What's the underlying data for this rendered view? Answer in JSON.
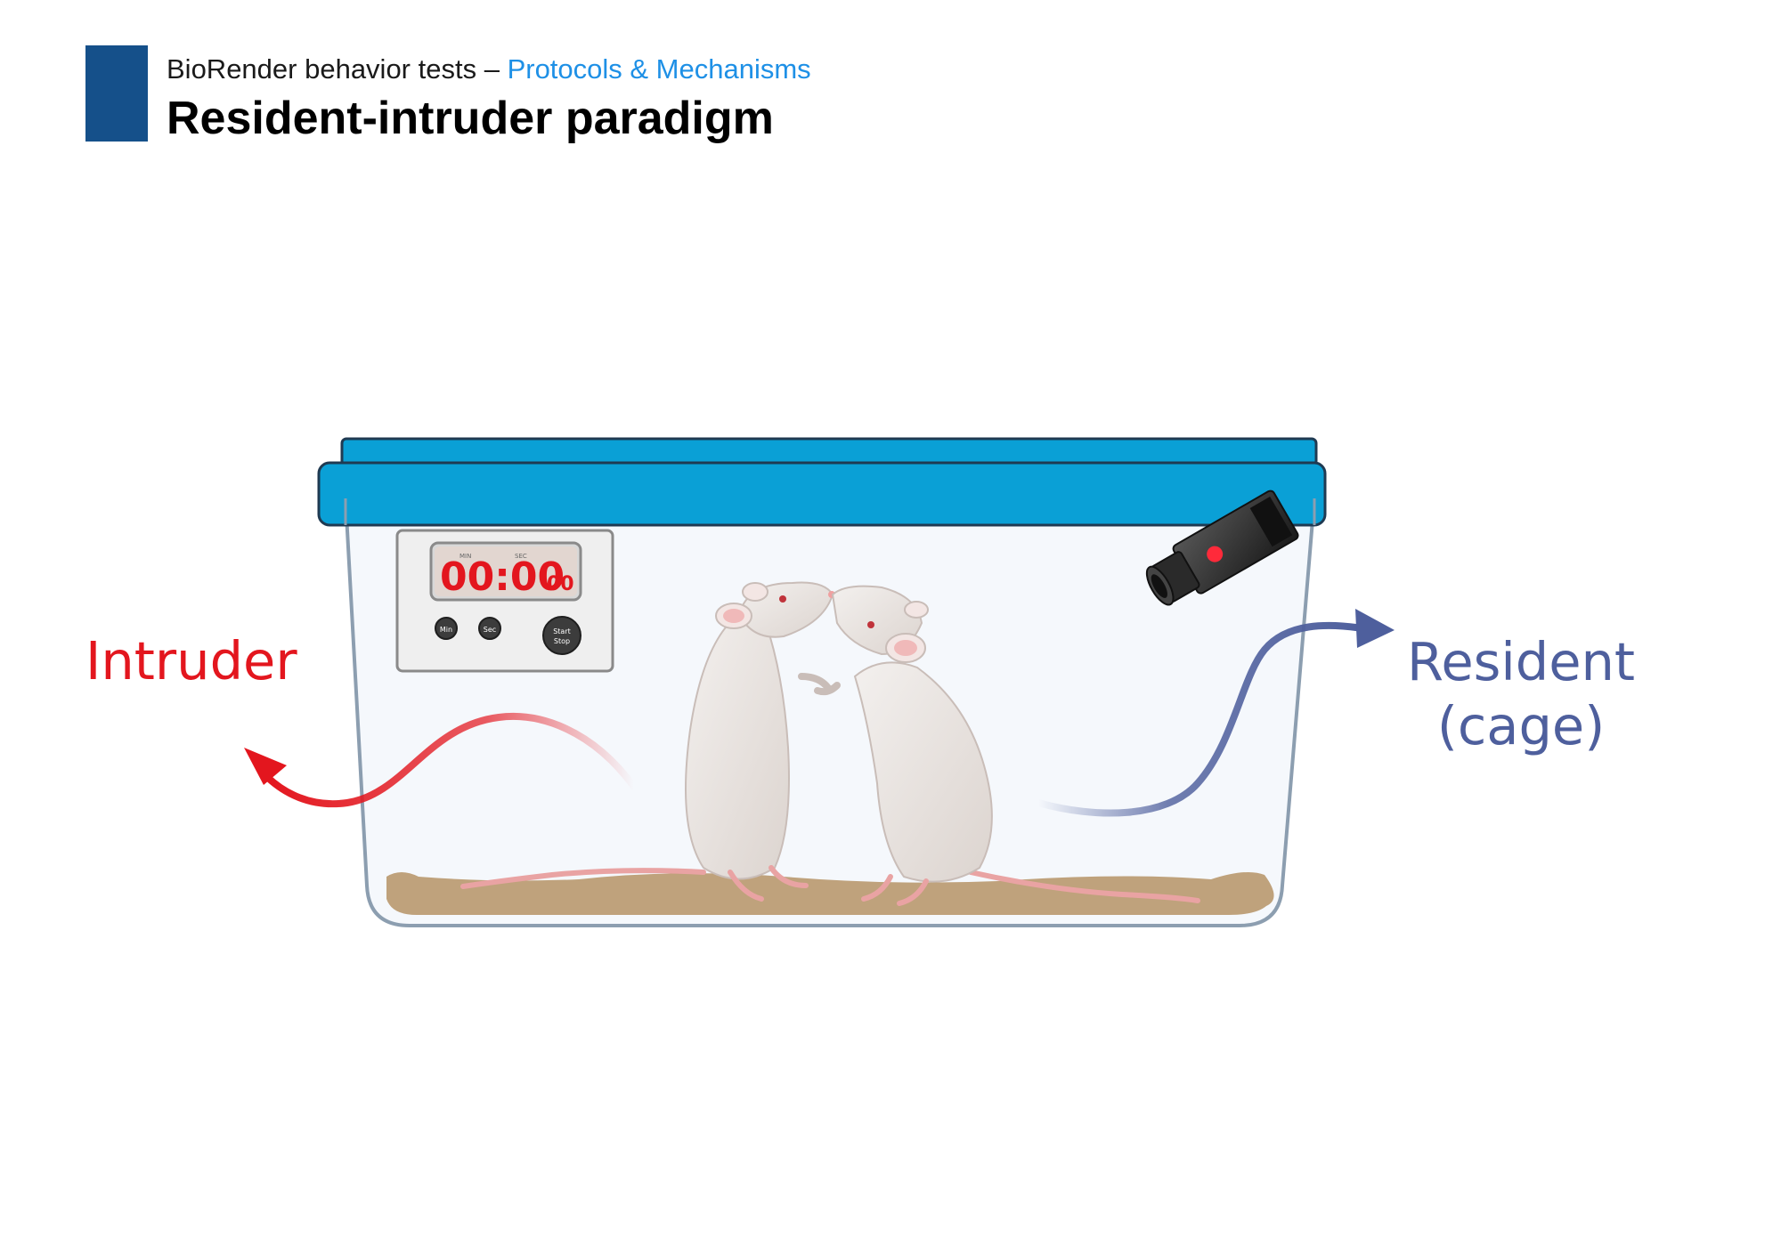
{
  "header": {
    "kicker": "BioRender behavior tests",
    "separator": " – ",
    "kicker_link": "Protocols & Mechanisms",
    "title": "Resident-intruder paradigm"
  },
  "labels": {
    "intruder": "Intruder",
    "resident_line1": "Resident",
    "resident_line2": "(cage)"
  },
  "timer": {
    "min_label": "MIN",
    "sec_label": "SEC",
    "display_main": "00:00",
    "display_small": "00",
    "button_min": "Min",
    "button_sec": "Sec",
    "button_start": "Start",
    "button_stop": "Stop"
  },
  "colors": {
    "accent_bar": "#15508a",
    "link": "#1e90e6",
    "intruder": "#e3161e",
    "resident": "#4e5f9d",
    "lid": "#0aa0d6",
    "bedding": "#bfa27c"
  },
  "icons": [
    "stopwatch-icon",
    "video-camera-icon",
    "rat-icon",
    "arrow-icon"
  ]
}
